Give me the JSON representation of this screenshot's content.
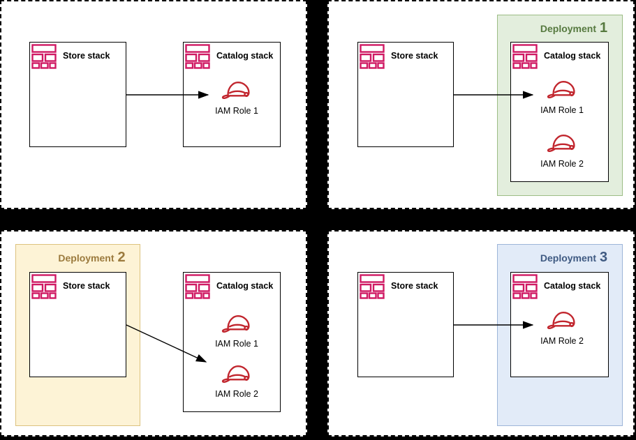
{
  "diagram": {
    "description": "Four-quadrant AWS deployment diagram showing Store stack to Catalog stack IAM role dependencies",
    "colors": {
      "canvas_background": "#000000",
      "panel_background": "#ffffff",
      "stack_icon_pink": "#cf1963",
      "iam_role_icon_red": "#c1252d",
      "arrow": "#000000",
      "deployment_1": {
        "fill": "#e3eedd",
        "border": "#9cbd85",
        "text": "#56793f"
      },
      "deployment_2": {
        "fill": "#fdf3d6",
        "border": "#dcc27e",
        "text": "#9b7a3d"
      },
      "deployment_3": {
        "fill": "#e2ebf8",
        "border": "#9db5d8",
        "text": "#3f5a82"
      }
    },
    "icons": {
      "stack": "cloudformation-stack-icon",
      "role": "iam-role-hard-hat-icon"
    },
    "panel1": {
      "store_label": "Store stack",
      "catalog_label": "Catalog stack",
      "role1_label": "IAM Role 1",
      "arrow_target": "IAM Role 1"
    },
    "panel2": {
      "deployment_word": "Deployment",
      "deployment_number": "1",
      "store_label": "Store stack",
      "catalog_label": "Catalog stack",
      "role1_label": "IAM Role 1",
      "role2_label": "IAM Role 2",
      "arrow_target": "IAM Role 1"
    },
    "panel3": {
      "deployment_word": "Deployment",
      "deployment_number": "2",
      "store_label": "Store stack",
      "catalog_label": "Catalog stack",
      "role1_label": "IAM Role 1",
      "role2_label": "IAM Role 2",
      "arrow_target": "IAM Role 2"
    },
    "panel4": {
      "deployment_word": "Deployment",
      "deployment_number": "3",
      "store_label": "Store stack",
      "catalog_label": "Catalog stack",
      "role2_label": "IAM Role 2",
      "arrow_target": "IAM Role 2"
    }
  }
}
